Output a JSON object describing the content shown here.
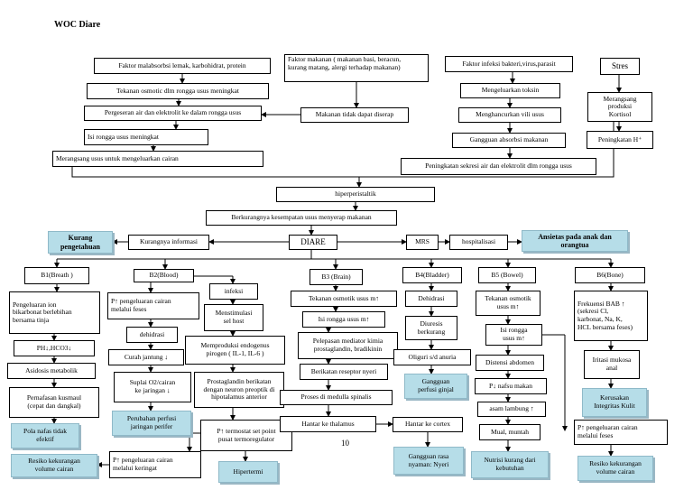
{
  "document": {
    "title": "WOC Diare",
    "page_number": "10"
  },
  "colors": {
    "accent": "#b6dde8",
    "border": "#000000"
  },
  "nodes": {
    "malabsorbsi": "Faktor malabsorbsi lemak,  karbohidrat, protein",
    "faktor_makanan": "Faktor makanan ( makanan basi, beracun,\nkurang matang, alergi terhadap makanan)",
    "faktor_infeksi": "Faktor infeksi bakteri,virus,parasit",
    "stres": "Stres",
    "tekanan_osmotik": "Tekanan osmotic  dlm rongga usus meningkat",
    "mengeluarkan_toksin": "Mengeluarkan toksin",
    "merangsang_kortisol": "Merangsang produksi\nKortisol",
    "pergeseran": "Pergeseran air dan elektrolit ke dalam rongga usus",
    "makanan_tidak_diserap": "Makanan tidak dapat diserap",
    "menghancurkan_vili": "Menghancurkan vili usus",
    "isi_rongga": "Isi rongga usus meningkat",
    "gangguan_absorbsi": "Gangguan absorbsi makanan",
    "peningkatan_h": "Peningkatan H⁺",
    "merangsang_usus": "Merangsang usus untuk mengeluarkan cairan",
    "peningkatan_sekresi": "Peningkatan sekresi air dan elektrolit dlm rongga usus",
    "hiperperistaltik": "hiperperistaltik",
    "berkurangnya_kesempatan": "Berkurangnya kesempatan usus menyerap makanan",
    "diare": "DIARE",
    "kurangnya_informasi": "Kurangnya informasi",
    "kurang_pengetahuan": "Kurang\npengetahuan",
    "mrs": "MRS",
    "hospitalisasi": "hospitalisasi",
    "ansietas": "Ansietas pada anak dan\norangtua",
    "b1_breath": "B1(Breath )",
    "b2_blood": "B2(Blood)",
    "b3_brain": "B3 (Brain)",
    "b4_bladder": "B4(Bladder)",
    "b5_bowel": "B5 (Bowel)",
    "b6_bone": "B6(Bone)",
    "b1_pengeluaran_ion": "Pengeluaran ion\nbikarbonat berlebihan\nbersama tinja",
    "b1_ph_hco3": "PH↓,HCO3↓",
    "b1_asidosis": "Asidosis metabolik",
    "b1_kusmaul": "Pernafasan kusmaul\n(cepat dan dangkal)",
    "b1_pola_nafas": "Pola nafas tidak\nefektif",
    "b2_pengeluaran_cairan": "P↑ pengeluaran cairan\nmelalui feses",
    "b2_dehidrasi": "dehidrasi",
    "b2_curah_jantung": "Curah jantung ↓",
    "b2_suplai_o2": "Suplai O2/cairan\nke jaringan ↓",
    "b2_perubahan_perfusi": "Perubahan  perfusi\njaringan perifer",
    "b2_infeksi": "infeksi",
    "b2_menstimulasi": "Menstimulasi\nsel host",
    "b2_pirogen": "Memproduksi endogenus\npirogen ( IL-1, IL-6 )",
    "b2_prostaglandin": "Prostaglandin berikatan\ndengan neuron preoptik di\nhipotalamus anterior",
    "b2_termostat": "P↑ termostat set point\npusat termoregulator",
    "b2_hipertermi": "Hipertermi",
    "b2_keringat": "P↑ pengeluaran cairan\nmelalui keringat",
    "b2_resiko": "Resiko kekurangan\nvolume cairan",
    "b3_tekanan": "Tekanan osmotik usus m↑",
    "b3_isi_rongga": "Isi rongga usus m↑",
    "b3_pelepasan": "Pelepasan mediator kimia\nprostaglandin, bradikinin",
    "b3_reseptor": "Berikatan reseptor nyeri",
    "b3_medulla": "Proses di medulla spinalis",
    "b3_thalamus": "Hantar ke thalamus",
    "b3_cortex": "Hantar ke cortex",
    "b3_nyeri": "Gangguan rasa\nnyaman: Nyeri",
    "b4_dehidrasi": "Dehidrasi",
    "b4_diuresis": "Diuresis\nberkurang",
    "b4_oliguri": "Oliguri s/d anuria",
    "b4_perfusi": "Gangguan\nperfusi ginjal",
    "b5_tekanan": "Tekanan osmotik\nusus m↑",
    "b5_isi_rongga": "Isi rongga\nusus m↑",
    "b5_distensi": "Distensi abdomen",
    "b5_nafsu": "P↓ nafsu makan",
    "b5_asam": "asam lambung ↑",
    "b5_mual": "Mual, muntah",
    "b5_nutrisi": "Nutrisi kurang dari\nkebutuhan",
    "b6_frekuensi": "Frekuensi BAB ↑\n(sekresi Cl,\nkarbonat, Na, K,\nHCL bersama feses)",
    "b6_iritasi": "Iritasi mukosa\nanal",
    "b6_kerusakan": "Kerusakan\nIntegritas Kulit",
    "b6_pengeluaran": "P↑ pengeluaran cairan\nmelalui feses",
    "b6_resiko": "Resiko kekurangan\nvolume cairan"
  }
}
